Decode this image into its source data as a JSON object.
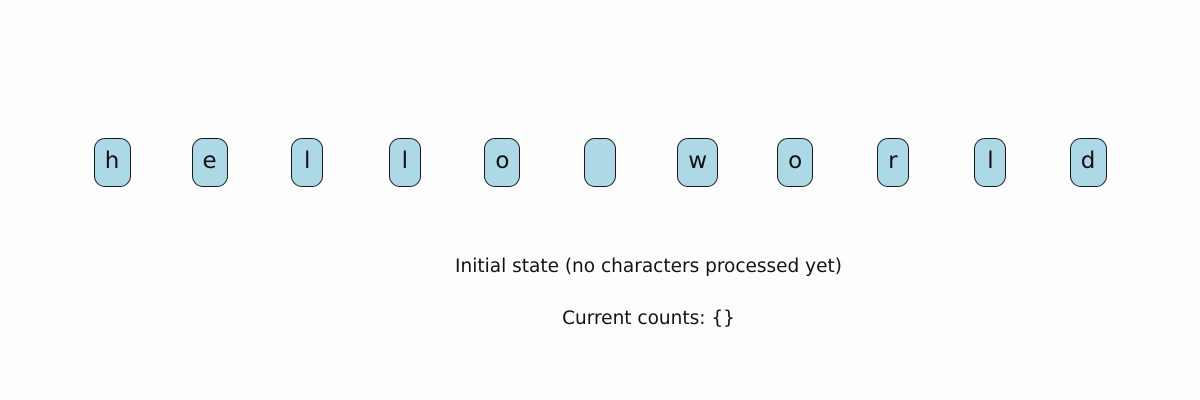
{
  "characters": [
    "h",
    "e",
    "l",
    "l",
    "o",
    " ",
    "w",
    "o",
    "r",
    "l",
    "d"
  ],
  "status_text": "Initial state (no characters processed yet)",
  "counts_text": "Current counts: {}",
  "colors": {
    "tile_fill": "#add8e6",
    "tile_border": "#1a1a1a",
    "text": "#111111",
    "background": "#fdfdfd"
  }
}
